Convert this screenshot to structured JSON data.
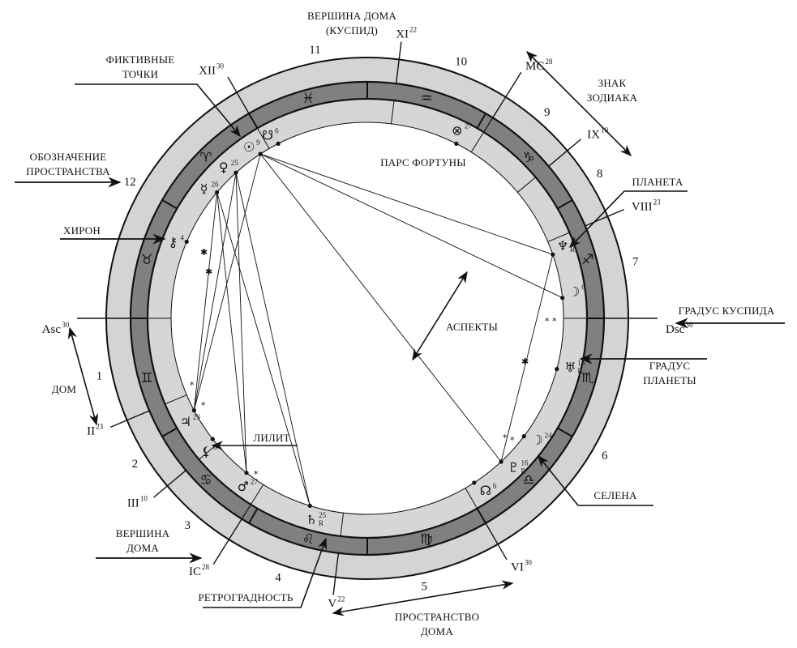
{
  "colors": {
    "outer_ring": "#d4d4d4",
    "zodiac_band": "#808080",
    "inner_ring": "#d6d6d6",
    "lines": "#111111",
    "background": "#ffffff"
  },
  "zodiac_signs": [
    {
      "name": "aries",
      "glyph": "♈",
      "start": 120
    },
    {
      "name": "taurus",
      "glyph": "♉",
      "start": 150
    },
    {
      "name": "gemini",
      "glyph": "♊",
      "start": 180
    },
    {
      "name": "cancer",
      "glyph": "♋",
      "start": 210
    },
    {
      "name": "leo",
      "glyph": "♌",
      "start": 240
    },
    {
      "name": "virgo",
      "glyph": "♍",
      "start": 270
    },
    {
      "name": "libra",
      "glyph": "♎",
      "start": 300
    },
    {
      "name": "scorpio",
      "glyph": "♏",
      "start": 330
    },
    {
      "name": "sagittarius",
      "glyph": "♐",
      "start": 0
    },
    {
      "name": "capricorn",
      "glyph": "♑",
      "start": 30
    },
    {
      "name": "aquarius",
      "glyph": "♒",
      "start": 60
    },
    {
      "name": "pisces",
      "glyph": "♓",
      "start": 90
    }
  ],
  "house_cusps": [
    {
      "label": "Asc",
      "degree": "30",
      "angle": 180
    },
    {
      "label": "II",
      "degree": "23",
      "angle": 203
    },
    {
      "label": "III",
      "degree": "10",
      "angle": 220
    },
    {
      "label": "IC",
      "degree": "28",
      "angle": 238
    },
    {
      "label": "V",
      "degree": "22",
      "angle": 263
    },
    {
      "label": "VI",
      "degree": "30",
      "angle": 300
    },
    {
      "label": "Dsc",
      "degree": "30",
      "angle": 0
    },
    {
      "label": "VIII",
      "degree": "23",
      "angle": 23
    },
    {
      "label": "IX",
      "degree": "10",
      "angle": 40
    },
    {
      "label": "MC",
      "degree": "28",
      "angle": 58
    },
    {
      "label": "XI",
      "degree": "22",
      "angle": 83
    },
    {
      "label": "XII",
      "degree": "30",
      "angle": 120
    }
  ],
  "house_numbers": [
    {
      "label": "1",
      "angle": 192
    },
    {
      "label": "2",
      "angle": 212
    },
    {
      "label": "3",
      "angle": 229
    },
    {
      "label": "4",
      "angle": 251
    },
    {
      "label": "5",
      "angle": 282
    },
    {
      "label": "6",
      "angle": 330
    },
    {
      "label": "7",
      "angle": 12
    },
    {
      "label": "8",
      "angle": 32
    },
    {
      "label": "9",
      "angle": 49
    },
    {
      "label": "10",
      "angle": 70
    },
    {
      "label": "11",
      "angle": 101
    },
    {
      "label": "12",
      "angle": 150
    }
  ],
  "planets": [
    {
      "name": "south-node",
      "glyph": "☋",
      "degree": "6",
      "retro": "",
      "angle": 117
    },
    {
      "name": "sun",
      "glyph": "☉",
      "degree": "9",
      "angle": 123,
      "retro": ""
    },
    {
      "name": "venus",
      "glyph": "♀",
      "degree": "25",
      "angle": 132,
      "retro": ""
    },
    {
      "name": "mercury",
      "glyph": "☿",
      "degree": "26",
      "angle": 140,
      "retro": ""
    },
    {
      "name": "chiron",
      "glyph": "⚷",
      "degree": "4",
      "angle": 157,
      "retro": ""
    },
    {
      "name": "jupiter",
      "glyph": "♃",
      "degree": "29",
      "angle": 208,
      "retro": ""
    },
    {
      "name": "lilith",
      "glyph": "⚸",
      "degree": "8",
      "angle": 218,
      "retro": ""
    },
    {
      "name": "mars",
      "glyph": "♂",
      "degree": "27",
      "angle": 232,
      "retro": ""
    },
    {
      "name": "saturn",
      "glyph": "♄",
      "degree": "25",
      "angle": 253,
      "retro": "R"
    },
    {
      "name": "north-node",
      "glyph": "☊",
      "degree": "6",
      "angle": 303,
      "retro": ""
    },
    {
      "name": "pluto",
      "glyph": "♇",
      "degree": "16",
      "angle": 313,
      "retro": "R"
    },
    {
      "name": "selena",
      "glyph": "☽",
      "degree": "24",
      "angle": 323,
      "retro": ""
    },
    {
      "name": "uranus",
      "glyph": "♅",
      "degree": "16",
      "angle": 345,
      "retro": "R"
    },
    {
      "name": "moon",
      "glyph": "☽",
      "degree": "6",
      "angle": 6,
      "retro": ""
    },
    {
      "name": "neptune",
      "glyph": "♆",
      "degree": "19",
      "angle": 19,
      "retro": "R"
    },
    {
      "name": "pars-fortuna",
      "glyph": "⊗",
      "degree": "27",
      "angle": 63,
      "retro": ""
    }
  ],
  "aspects": [
    {
      "from": "sun",
      "to": "neptune"
    },
    {
      "from": "sun",
      "to": "moon"
    },
    {
      "from": "sun",
      "to": "pluto"
    },
    {
      "from": "sun",
      "to": "jupiter"
    },
    {
      "from": "venus",
      "to": "jupiter"
    },
    {
      "from": "venus",
      "to": "mars"
    },
    {
      "from": "venus",
      "to": "saturn"
    },
    {
      "from": "mercury",
      "to": "jupiter"
    },
    {
      "from": "mercury",
      "to": "mars"
    },
    {
      "from": "mercury",
      "to": "saturn"
    },
    {
      "from": "neptune",
      "to": "pluto"
    }
  ],
  "aspect_marks": {
    "sextile": "✱",
    "small": "*",
    "double": "* *"
  },
  "annotations": {
    "cusp_top": "ВЕРШИНА ДОМА",
    "cusp_top_sub": "(КУСПИД)",
    "fictive_points_1": "ФИКТИВНЫЕ",
    "fictive_points_2": "ТОЧКИ",
    "space_designation_1": "ОБОЗНАЧЕНИЕ",
    "space_designation_2": "ПРОСТРАНСТВА",
    "chiron": "ХИРОН",
    "house": "ДОМ",
    "lilith": "ЛИЛИТ",
    "house_cusp_1": "ВЕРШИНА",
    "house_cusp_2": "ДОМА",
    "retrograde": "РЕТРОГРАДНОСТЬ",
    "house_space_1": "ПРОСТРАНСТВО",
    "house_space_2": "ДОМА",
    "selena": "СЕЛЕНА",
    "planet_degree_1": "ГРАДУС",
    "planet_degree_2": "ПЛАНЕТЫ",
    "cusp_degree": "ГРАДУС КУСПИДА",
    "planet": "ПЛАНЕТА",
    "zodiac_sign_1": "ЗНАК",
    "zodiac_sign_2": "ЗОДИАКА",
    "pars_fortuna": "ПАРС ФОРТУНЫ",
    "aspects": "АСПЕКТЫ"
  }
}
